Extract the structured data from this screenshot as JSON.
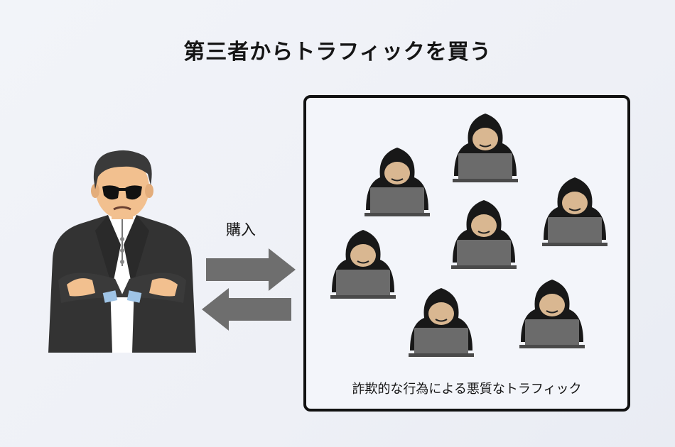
{
  "title": "第三者からトラフィックを買う",
  "buy_label": "購入",
  "caption": "詐欺的な行為による悪質なトラフィック",
  "icons": {
    "buyer": "businessman-arms-crossed-icon",
    "hacker": "hooded-hacker-laptop-icon",
    "arrow_right": "arrow-right-icon",
    "arrow_left": "arrow-left-icon"
  },
  "colors": {
    "arrow": "#6e6e6e",
    "hood": "#181818",
    "skin": "#d9b791",
    "laptop": "#6b6b6b",
    "border": "#111111"
  }
}
